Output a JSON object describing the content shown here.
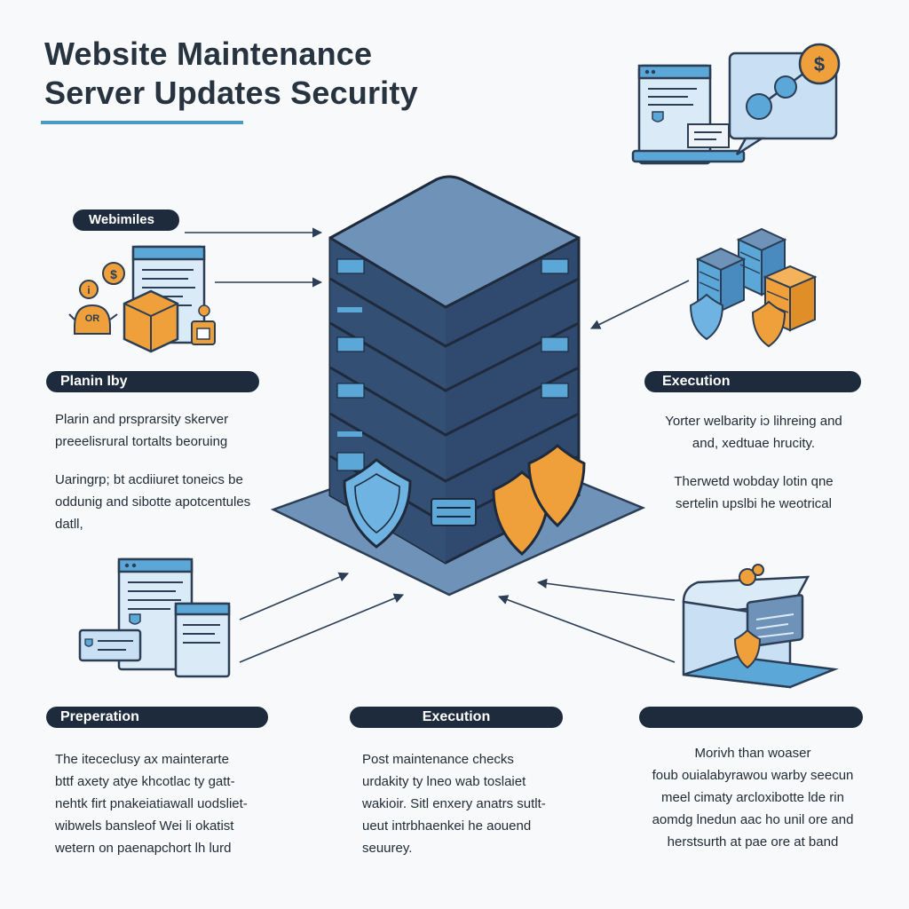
{
  "title": {
    "line1": "Website Maintenance",
    "line2": "Server Updates Security"
  },
  "labels": {
    "websites": "Webimiles",
    "planning": "Planin Iby",
    "execution_top": "Execution",
    "preparation": "Preperation",
    "execution_bottom": "Execution",
    "bottom_right": ""
  },
  "texts": {
    "planning": [
      [
        "Plarin and prsprarsity skerver",
        "preeelisrural tortalts beoruing"
      ],
      [
        "Uaringrp; bt acdiiuret toneics be",
        "oddunig and sibotte apotcentules",
        "datll,"
      ]
    ],
    "execution_top": [
      [
        "Yorter welbarity iɔ lihreing and",
        "and, xedtuae hrucity."
      ],
      [
        "Therwetd wobday lotin qne",
        "sertelin upslbi he weotrical"
      ]
    ],
    "preparation": [
      [
        "The itececlusy ax mainterarte",
        "bttf axety atye khcotlac ty gatt-",
        "nehtk firt pnakeiatiawall uodsliet-",
        "wibwels bansleof Wei li okatist",
        "wetern on paenapchort lh lurd"
      ]
    ],
    "execution_bottom": [
      [
        "Post maintenance checks",
        "urdakity ty lneo wab toslaiet",
        "wakioir. Sitl enxery anatrs sutlt-",
        "ueut intrbhaenkei he aouend",
        "seuurey."
      ]
    ],
    "bottom_right": [
      [
        "Morivh than woaser",
        "foub ouialabyrawou warby seecun",
        "meel cimaty arcloxibotte lde rin",
        "aomdg lnedun aac ho unil ore and",
        "herstsurth at pae ore at band"
      ]
    ]
  },
  "icons": {
    "dollar_symbol": "$",
    "dollar_small": "$",
    "info_symbol": "i",
    "badge_symbol": "OR"
  },
  "colors": {
    "server_body": "#2f4a6e",
    "server_top": "#6f93b8",
    "pill_bg": "#1e2b3c",
    "accent_orange": "#f0a03a",
    "accent_blue": "#5ba7d8",
    "underline": "#4a9ac3"
  }
}
